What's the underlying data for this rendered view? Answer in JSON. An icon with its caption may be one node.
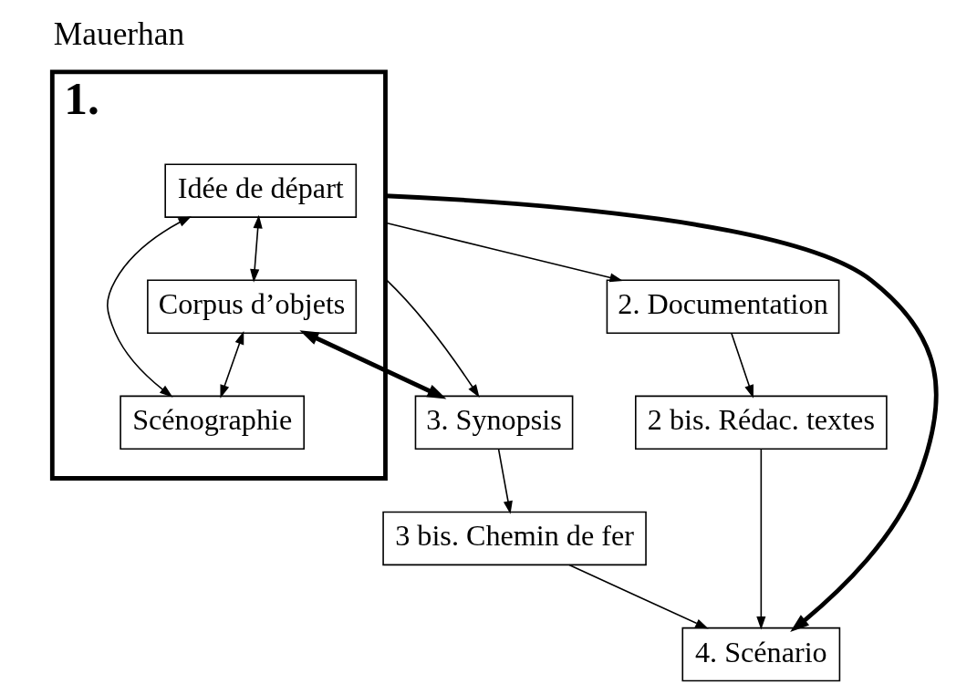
{
  "diagram": {
    "title": "Mauerhan",
    "nodes": [
      {
        "text": [
          "1."
        ]
      },
      {
        "text": [
          "Idée de départ"
        ],
        "in": 0
      },
      {
        "text": [
          "Corpus d’objets"
        ],
        "in": 0
      },
      {
        "text": [
          "Scénographie"
        ],
        "in": 0
      },
      {
        "text": [
          "2. Documentation"
        ]
      },
      {
        "text": [
          "2 bis. Rédac. textes"
        ]
      },
      {
        "text": [
          "3. Synopsis"
        ]
      },
      {
        "text": [
          "3 bis. Chemin de fer"
        ]
      },
      {
        "text": [
          "4. Scénario"
        ]
      }
    ],
    "edges": [
      {
        "from": 1,
        "to": 2,
        "arrow": "both"
      },
      {
        "from": 1,
        "to": 3,
        "arrow": "both"
      },
      {
        "from": 2,
        "to": 3,
        "arrow": "both"
      },
      {
        "from": 0,
        "to": 4,
        "arrow": "to"
      },
      {
        "from": 0,
        "to": 8,
        "arrow": "to",
        "style": "thick"
      },
      {
        "from": 0,
        "to": 6,
        "arrow": "to"
      },
      {
        "from": 2,
        "to": 6,
        "arrow": "both",
        "style": "thick"
      },
      {
        "from": 4,
        "to": 5,
        "arrow": "to"
      },
      {
        "from": 6,
        "to": 7,
        "arrow": "to"
      },
      {
        "from": 5,
        "to": 8,
        "arrow": "to"
      },
      {
        "from": 7,
        "to": 8,
        "arrow": "to"
      }
    ]
  }
}
